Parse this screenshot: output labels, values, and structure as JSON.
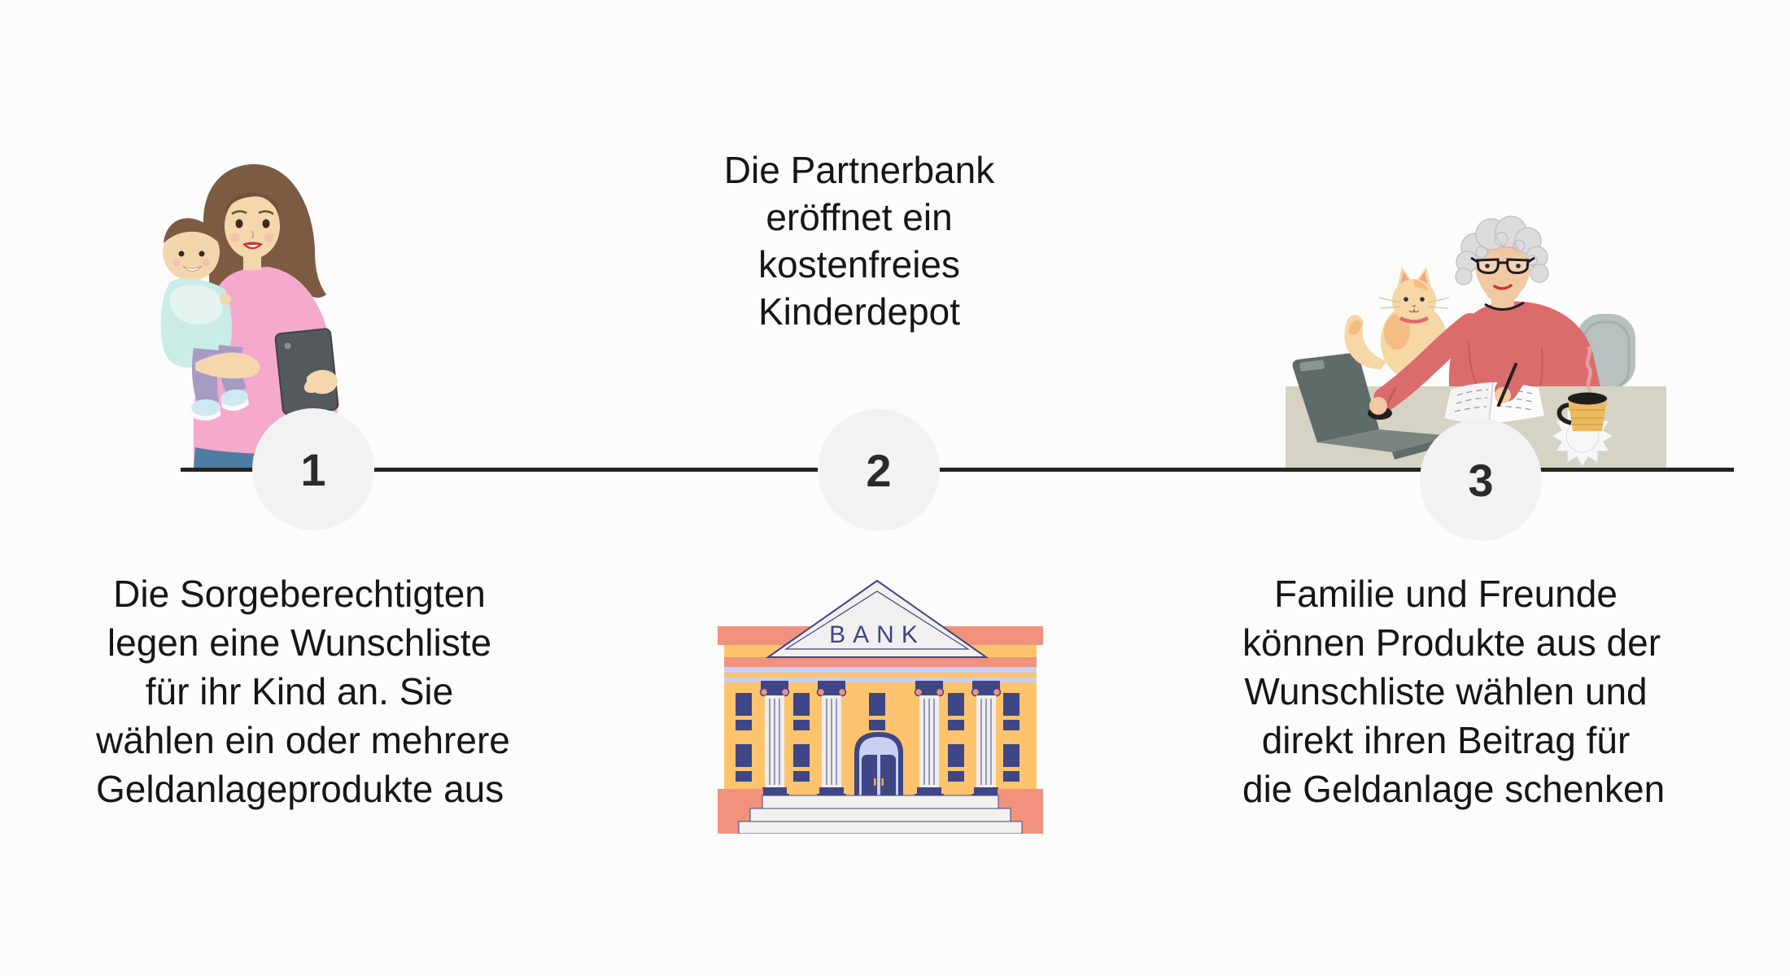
{
  "background_color": "#fcfcfc",
  "timeline": {
    "line_color": "#242424",
    "circle_color": "#f2f2f3",
    "number_color": "#2b2b2b"
  },
  "steps": [
    {
      "number": "1",
      "illustration": "mother-holding-child-with-tablet",
      "text": "Die Sorgeberechtigten legen eine Wunschliste für ihr Kind an. Sie wählen ein oder mehrere Geldanlageprodukte aus",
      "lines": [
        "Die Sorgeberechtigten",
        "legen eine Wunschliste",
        "für ihr Kind an. Sie",
        "wählen ein oder mehrere",
        "Geldanlageprodukte aus"
      ]
    },
    {
      "number": "2",
      "illustration": "bank-building",
      "sign_label": "BANK",
      "text": "Die Partnerbank eröffnet ein kostenfreies Kinderdepot",
      "lines": [
        "Die Partnerbank",
        "eröffnet ein",
        "kostenfreies",
        "Kinderdepot"
      ]
    },
    {
      "number": "3",
      "illustration": "grandmother-writing-at-desk-with-cat-and-laptop",
      "text": "Familie und Freunde können Produkte aus der Wunschliste wählen und direkt ihren Beitrag für die Geldanlage schenken",
      "lines": [
        "Familie und Freunde",
        "können Produkte aus der",
        "Wunschliste wählen und",
        "direkt ihren Beitrag für",
        "die Geldanlage schenken"
      ]
    }
  ],
  "palette": {
    "bank_navy": "#3e4685",
    "bank_orange": "#fec46d",
    "bank_coral": "#f0927d",
    "bank_lavender": "#c9cff2",
    "mother_pink_top": "#f4a9cd",
    "jeans_blue": "#4e7ca3",
    "baby_teal": "#c9ece7",
    "baby_pants_lavender": "#a89bc3",
    "sweater_coral": "#da6c6c",
    "desk_beige": "#d6d3c5",
    "cat_cream": "#f6d7a5",
    "mug_yellow": "#edbb5f",
    "skin": "#f2c8a2",
    "hair_brown": "#7d5b43",
    "hair_gray": "#dcdcdc"
  }
}
